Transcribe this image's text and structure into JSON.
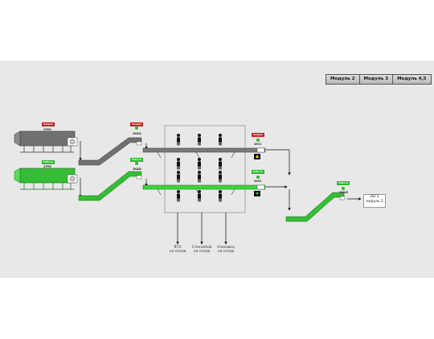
{
  "module_tabs": [
    "Модуль 2",
    "Модуль 3",
    "Модуль 4,5"
  ],
  "colors": {
    "background": "#e8e8e8",
    "conveyor_gray": "#7a7a7a",
    "conveyor_green": "#3ed23e",
    "tag_alarm": "#cc1a1a",
    "tag_ok": "#2eb82e",
    "status_ok": "#2eb82e"
  },
  "equipment": [
    {
      "id": "washer-1",
      "label": "1УМ1",
      "state": "alarm",
      "tag": "Авария"
    },
    {
      "id": "washer-2",
      "label": "1УМ2",
      "state": "ok",
      "tag": "Работа"
    },
    {
      "id": "elevator-1",
      "label": "1КШ1",
      "state": "alarm",
      "tag": "Авария"
    },
    {
      "id": "elevator-2",
      "label": "1КШ2",
      "state": "ok",
      "tag": "Работа"
    },
    {
      "id": "line-1",
      "label": "1КС1",
      "state": "alarm",
      "tag": "Авария"
    },
    {
      "id": "line-2",
      "label": "1КС2",
      "state": "ok",
      "tag": "Работа"
    },
    {
      "id": "elevator-3",
      "label": "1КШ3",
      "state": "ok",
      "tag": "Работа"
    }
  ],
  "destinations": [
    "ЯГО\nна склад",
    "Стеклобой\nна склад",
    "Упаковка\nна склад"
  ],
  "output": "2БГ2\nмодуль 2"
}
